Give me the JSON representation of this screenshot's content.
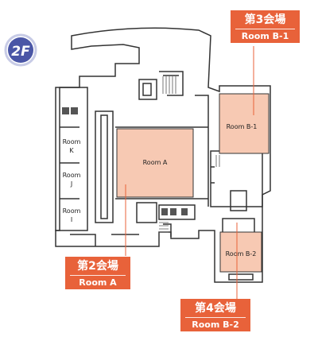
{
  "floor": {
    "badge": "2F"
  },
  "rooms": {
    "room_a": "Room A",
    "room_b1": "Room B-1",
    "room_b2": "Room B-2",
    "room_k": {
      "line1": "Room",
      "line2": "K"
    },
    "room_j": {
      "line1": "Room",
      "line2": "J"
    },
    "room_i": {
      "line1": "Room",
      "line2": "I"
    }
  },
  "callouts": {
    "hall3": {
      "jp": "第3会場",
      "en": "Room B-1"
    },
    "hall2": {
      "jp": "第2会場",
      "en": "Room A"
    },
    "hall4": {
      "jp": "第4会場",
      "en": "Room B-2"
    }
  },
  "colors": {
    "highlight": "#f7c9b3",
    "callout": "#e8623a",
    "badge": "#4a56a6",
    "line": "#333333"
  }
}
